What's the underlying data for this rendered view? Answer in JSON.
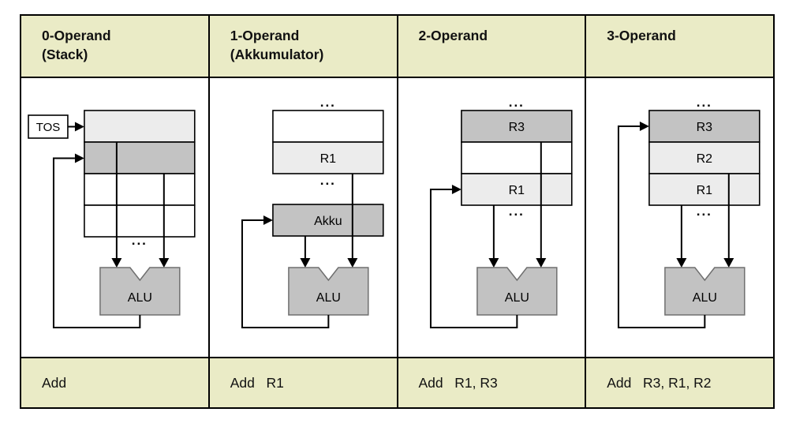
{
  "colors": {
    "band_bg": "#EAEBC6",
    "cell_light": "#ECECEC",
    "cell_dark": "#C3C3C3",
    "alu_fill": "#C2C2C2",
    "alu_stroke": "#6F6F6F",
    "line": "#000000"
  },
  "columns": [
    {
      "header_line1": "0-Operand",
      "header_line2": "(Stack)",
      "instruction": "Add",
      "diagram": {
        "tos_label": "TOS",
        "ellipsis_bottom": "...",
        "alu_label": "ALU"
      }
    },
    {
      "header_line1": "1-Operand",
      "header_line2": "(Akkumulator)",
      "instruction": "Add   R1",
      "diagram": {
        "ellipsis_top": "...",
        "r1_label": "R1",
        "ellipsis_mid": "...",
        "akku_label": "Akku",
        "alu_label": "ALU"
      }
    },
    {
      "header_line1": "2-Operand",
      "instruction": "Add   R1, R3",
      "diagram": {
        "ellipsis_top": "...",
        "r3_label": "R3",
        "r1_label": "R1",
        "ellipsis_bottom": "...",
        "alu_label": "ALU"
      }
    },
    {
      "header_line1": "3-Operand",
      "instruction": "Add   R3, R1, R2",
      "diagram": {
        "ellipsis_top": "...",
        "r3_label": "R3",
        "r2_label": "R2",
        "r1_label": "R1",
        "ellipsis_bottom": "...",
        "alu_label": "ALU"
      }
    }
  ]
}
